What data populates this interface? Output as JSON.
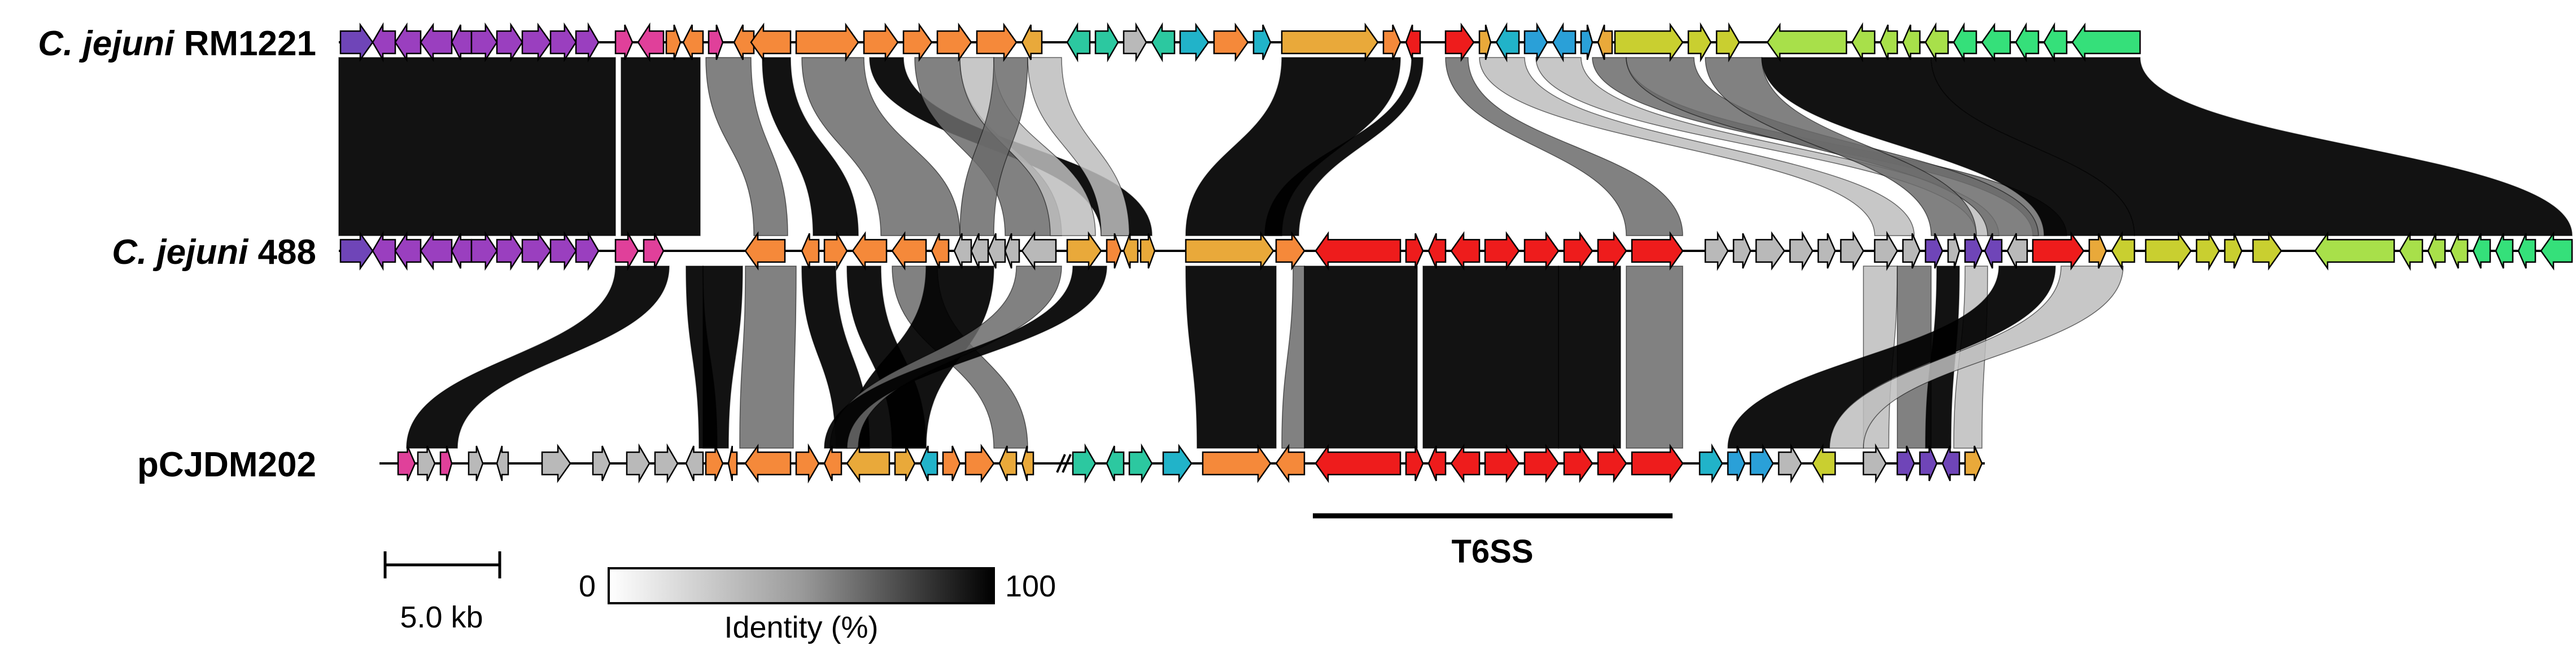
{
  "tracks": [
    {
      "label_italic": "C. jejuni",
      "label_rest": " RM1221"
    },
    {
      "label_italic": "C. jejuni",
      "label_rest": " 488"
    },
    {
      "label_italic": "",
      "label_rest": "pCJDM202"
    }
  ],
  "scale_bar": {
    "label": "5.0 kb"
  },
  "identity_legend": {
    "min_label": "0",
    "max_label": "100",
    "title": "Identity (%)"
  },
  "region": {
    "label": "T6SS"
  },
  "colors": {
    "purple": "#9a3fbf",
    "violet": "#6f45b8",
    "magenta": "#e0409a",
    "orange": "#f5893a",
    "amber": "#e9a93a",
    "red": "#ee1c1c",
    "cyan": "#21b3c9",
    "blue": "#2aa0d8",
    "teal": "#2cc8a0",
    "lime": "#a8e04a",
    "yellow_green": "#c9cf30",
    "green": "#35e07a",
    "grey": "#b9b9b9",
    "link_dark": "#000000",
    "link_mid": "#6b6b6b",
    "link_light": "#bdbdbd"
  }
}
